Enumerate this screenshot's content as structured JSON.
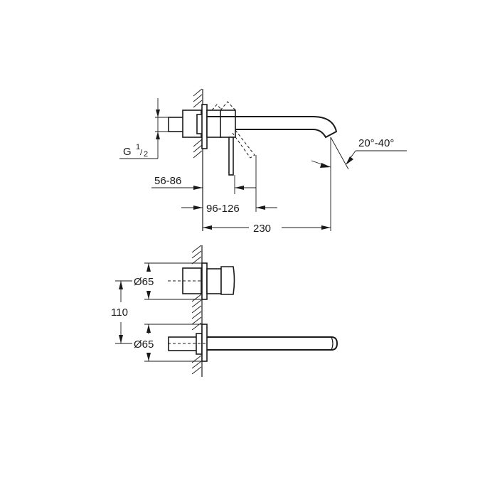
{
  "drawing": {
    "side_view": {
      "thread_label": "G",
      "thread_fraction_num": "1",
      "thread_fraction_den": "2",
      "wall_depth_range": "56-86",
      "lever_offset_range": "96-126",
      "projection": "230",
      "spout_angle": "20°-40°"
    },
    "top_view": {
      "upper_diameter": "Ø65",
      "lower_diameter": "Ø65",
      "center_distance": "110"
    }
  }
}
